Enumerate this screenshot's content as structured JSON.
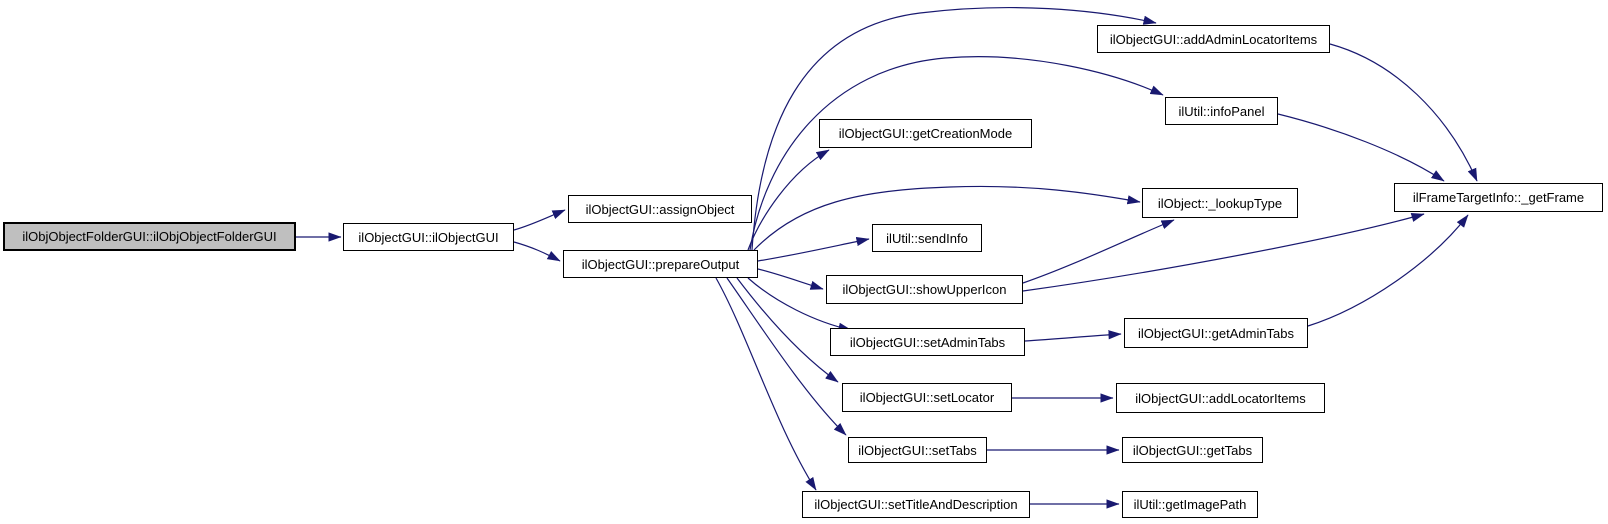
{
  "diagram": {
    "type": "call-graph",
    "colors": {
      "edge": "#191970",
      "node_border": "#000000",
      "node_fill": "#ffffff",
      "highlight_fill": "#bfbfbf",
      "background": "#ffffff"
    },
    "nodes": [
      {
        "id": "ilObjObjectFolderGUI-ctor",
        "label": "ilObjObjectFolderGUI::ilObjObjectFolderGUI",
        "highlighted": true
      },
      {
        "id": "ilObjectGUI-ctor",
        "label": "ilObjectGUI::ilObjectGUI"
      },
      {
        "id": "assignObject",
        "label": "ilObjectGUI::assignObject"
      },
      {
        "id": "prepareOutput",
        "label": "ilObjectGUI::prepareOutput"
      },
      {
        "id": "addAdminLocatorItems",
        "label": "ilObjectGUI::addAdminLocatorItems"
      },
      {
        "id": "infoPanel",
        "label": "ilUtil::infoPanel"
      },
      {
        "id": "getCreationMode",
        "label": "ilObjectGUI::getCreationMode"
      },
      {
        "id": "lookupType",
        "label": "ilObject::_lookupType"
      },
      {
        "id": "getFrame",
        "label": "ilFrameTargetInfo::_getFrame"
      },
      {
        "id": "sendInfo",
        "label": "ilUtil::sendInfo"
      },
      {
        "id": "showUpperIcon",
        "label": "ilObjectGUI::showUpperIcon"
      },
      {
        "id": "setAdminTabs",
        "label": "ilObjectGUI::setAdminTabs"
      },
      {
        "id": "getAdminTabs",
        "label": "ilObjectGUI::getAdminTabs"
      },
      {
        "id": "setLocator",
        "label": "ilObjectGUI::setLocator"
      },
      {
        "id": "addLocatorItems",
        "label": "ilObjectGUI::addLocatorItems"
      },
      {
        "id": "setTabs",
        "label": "ilObjectGUI::setTabs"
      },
      {
        "id": "getTabs",
        "label": "ilObjectGUI::getTabs"
      },
      {
        "id": "setTitleAndDescription",
        "label": "ilObjectGUI::setTitleAndDescription"
      },
      {
        "id": "getImagePath",
        "label": "ilUtil::getImagePath"
      }
    ],
    "edges": [
      {
        "from": "ilObjObjectFolderGUI-ctor",
        "to": "ilObjectGUI-ctor"
      },
      {
        "from": "ilObjectGUI-ctor",
        "to": "assignObject"
      },
      {
        "from": "ilObjectGUI-ctor",
        "to": "prepareOutput"
      },
      {
        "from": "prepareOutput",
        "to": "addAdminLocatorItems"
      },
      {
        "from": "prepareOutput",
        "to": "infoPanel"
      },
      {
        "from": "prepareOutput",
        "to": "getCreationMode"
      },
      {
        "from": "prepareOutput",
        "to": "lookupType"
      },
      {
        "from": "prepareOutput",
        "to": "sendInfo"
      },
      {
        "from": "prepareOutput",
        "to": "showUpperIcon"
      },
      {
        "from": "prepareOutput",
        "to": "setAdminTabs"
      },
      {
        "from": "prepareOutput",
        "to": "setLocator"
      },
      {
        "from": "prepareOutput",
        "to": "setTabs"
      },
      {
        "from": "prepareOutput",
        "to": "setTitleAndDescription"
      },
      {
        "from": "addAdminLocatorItems",
        "to": "getFrame"
      },
      {
        "from": "infoPanel",
        "to": "getFrame"
      },
      {
        "from": "showUpperIcon",
        "to": "lookupType"
      },
      {
        "from": "showUpperIcon",
        "to": "getFrame"
      },
      {
        "from": "setAdminTabs",
        "to": "getAdminTabs"
      },
      {
        "from": "getAdminTabs",
        "to": "getFrame"
      },
      {
        "from": "setLocator",
        "to": "addLocatorItems"
      },
      {
        "from": "setTabs",
        "to": "getTabs"
      },
      {
        "from": "setTitleAndDescription",
        "to": "getImagePath"
      }
    ]
  }
}
